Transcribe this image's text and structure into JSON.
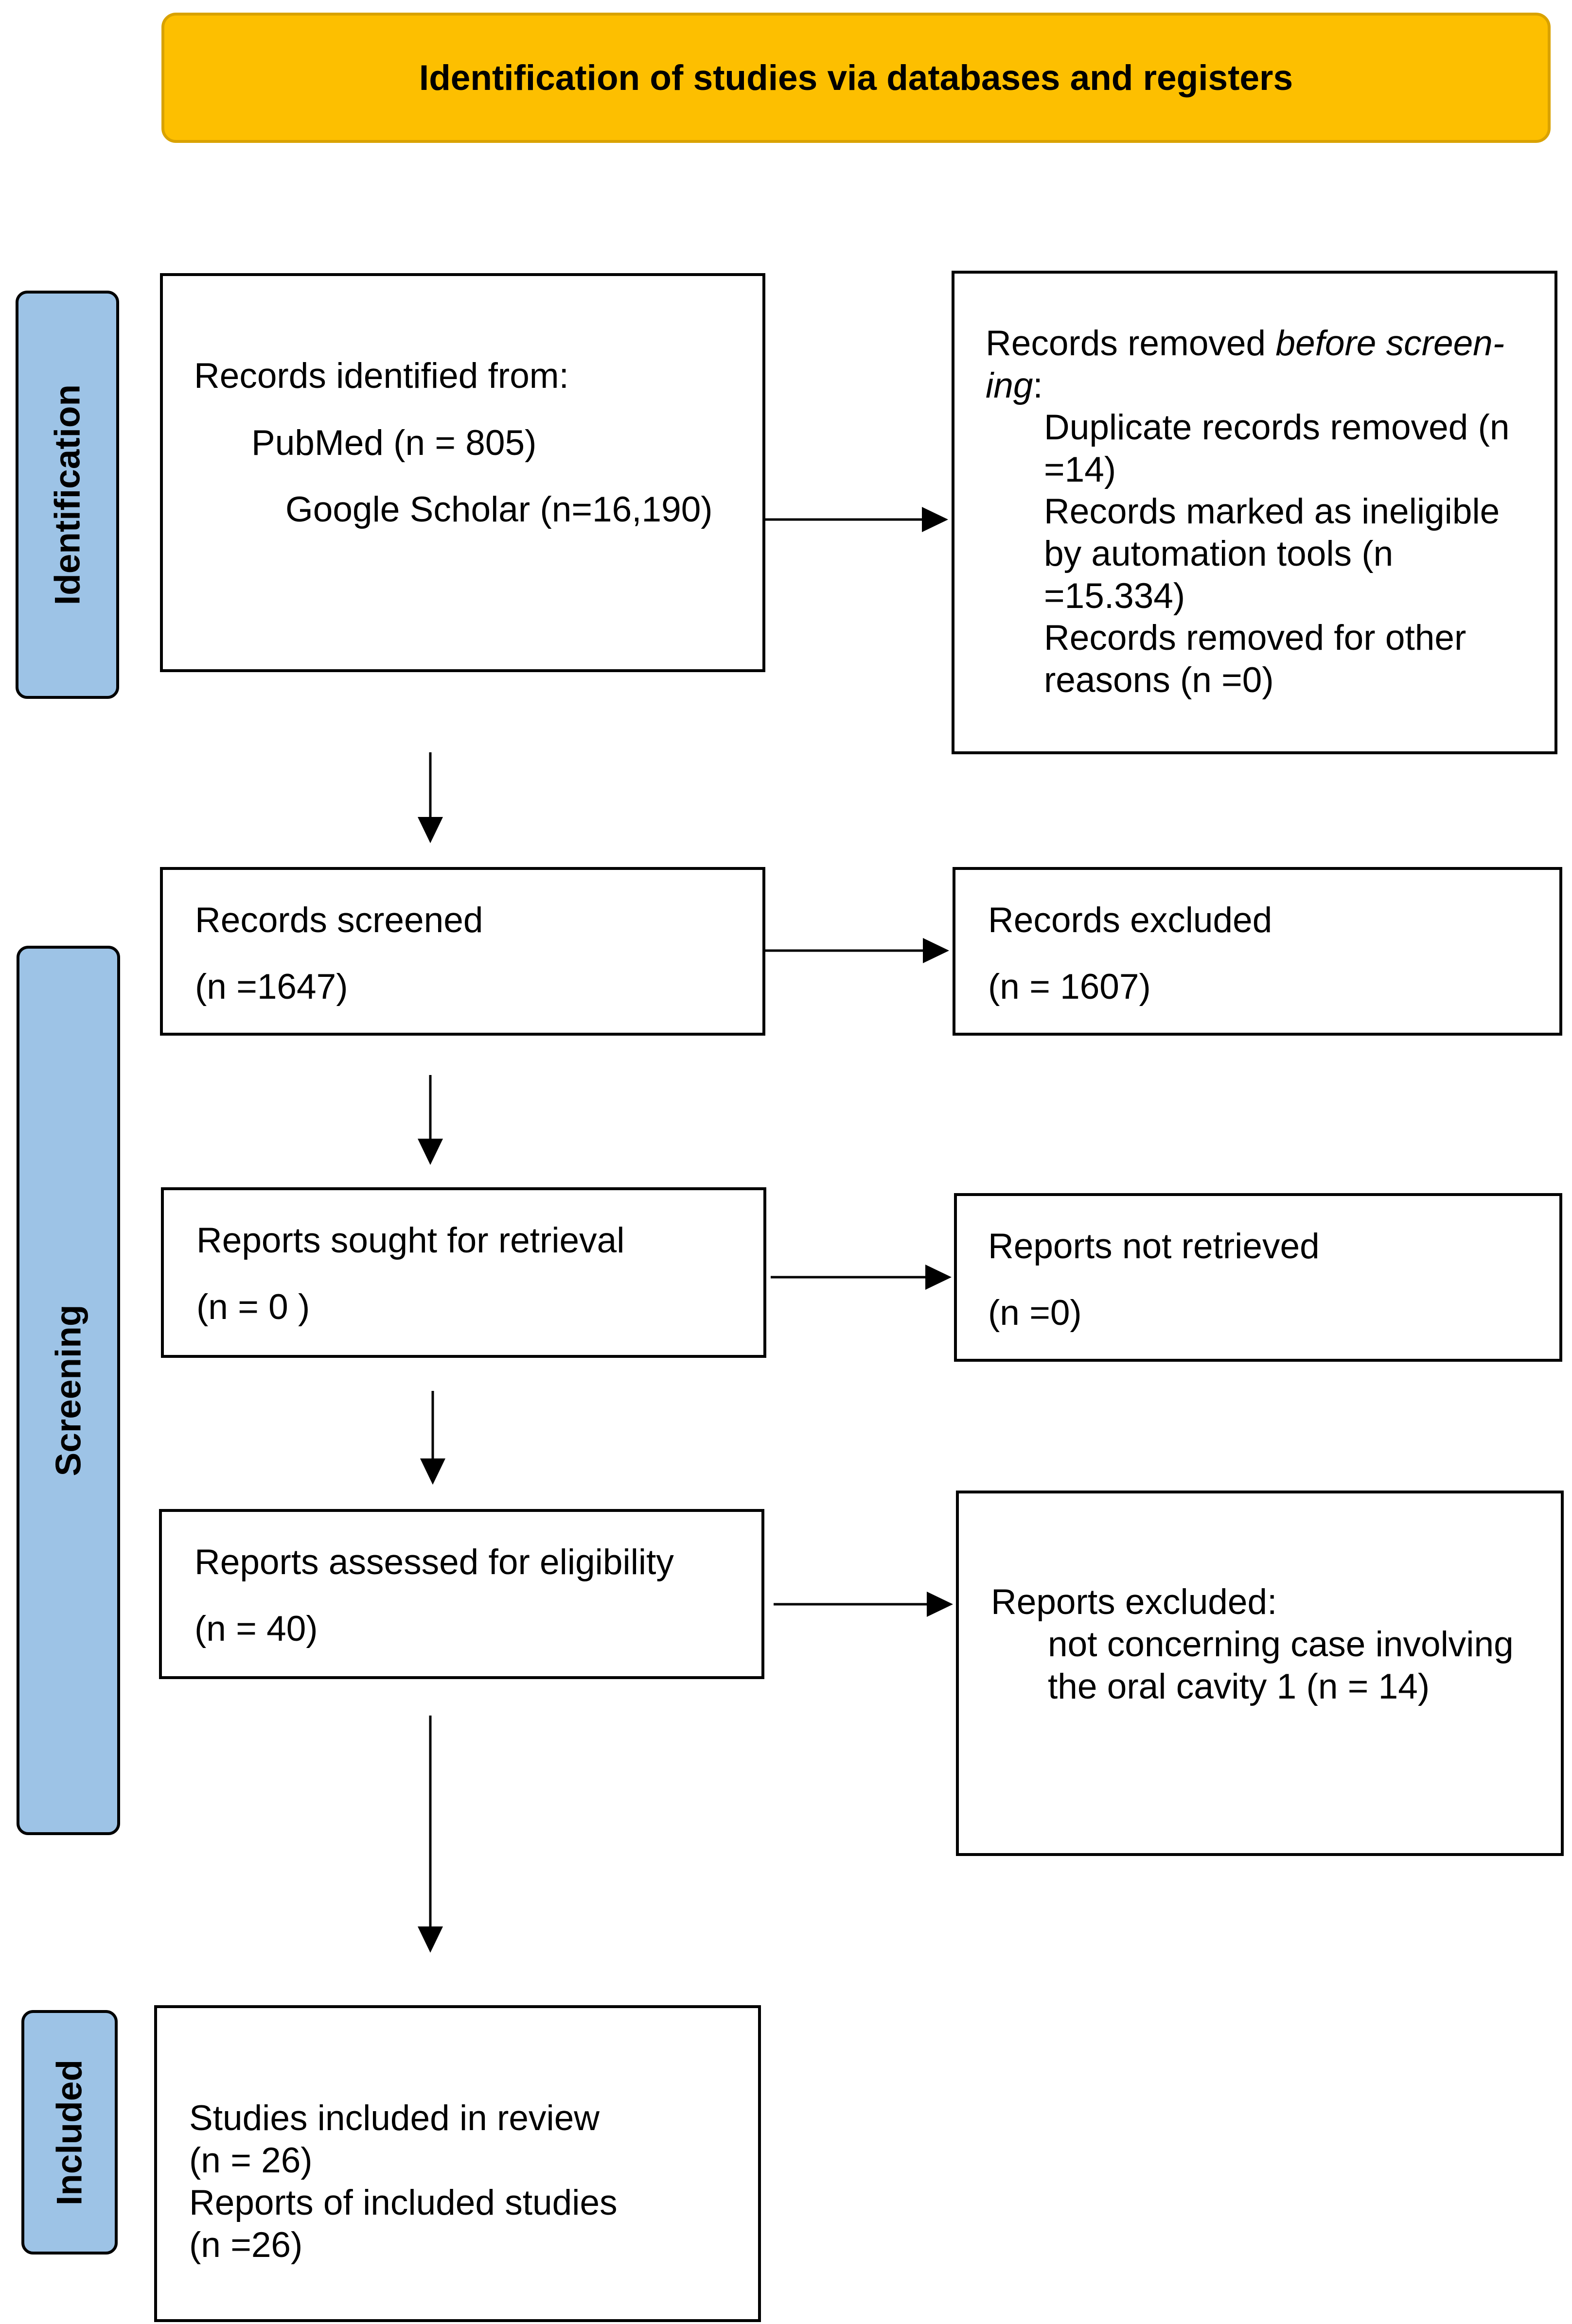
{
  "header": {
    "title": "Identification of studies via databases and registers"
  },
  "phases": {
    "identification": "Identification",
    "screening": "Screening",
    "included": "Included"
  },
  "identification": {
    "records_identified": {
      "heading": "Records identified from:",
      "pubmed": "PubMed (n = 805)",
      "scholar": "Google Scholar (n=16,190)"
    },
    "records_removed": {
      "heading_prefix": "Records removed ",
      "heading_italic_1": "before screen-",
      "heading_italic_2": "ing",
      "heading_suffix": ":",
      "dup_line1": "Duplicate records removed (n",
      "dup_line2": "=14)",
      "auto_line1": "Records marked as ineligible",
      "auto_line2": "by automation tools (n",
      "auto_line3": "=15.334)",
      "other_line1": "Records removed for other",
      "other_line2": "reasons (n =0)"
    }
  },
  "screening": {
    "screened": {
      "label": "Records screened",
      "count": "(n =1647)"
    },
    "excluded": {
      "label": "Records excluded",
      "count": "(n = 1607)"
    },
    "sought": {
      "label": "Reports sought for retrieval",
      "count": "(n = 0 )"
    },
    "not_retrieved": {
      "label": "Reports not retrieved",
      "count": "(n =0)"
    },
    "assessed": {
      "label": "Reports assessed for eligibility",
      "count": "(n = 40)"
    },
    "reports_excluded": {
      "heading": "Reports excluded:",
      "line1": "not concerning case involving",
      "line2": "the oral cavity 1 (n = 14)"
    }
  },
  "included": {
    "studies_label": "Studies included in review",
    "studies_count": "(n = 26)",
    "reports_label": "Reports of included studies",
    "reports_count": "(n =26)"
  }
}
